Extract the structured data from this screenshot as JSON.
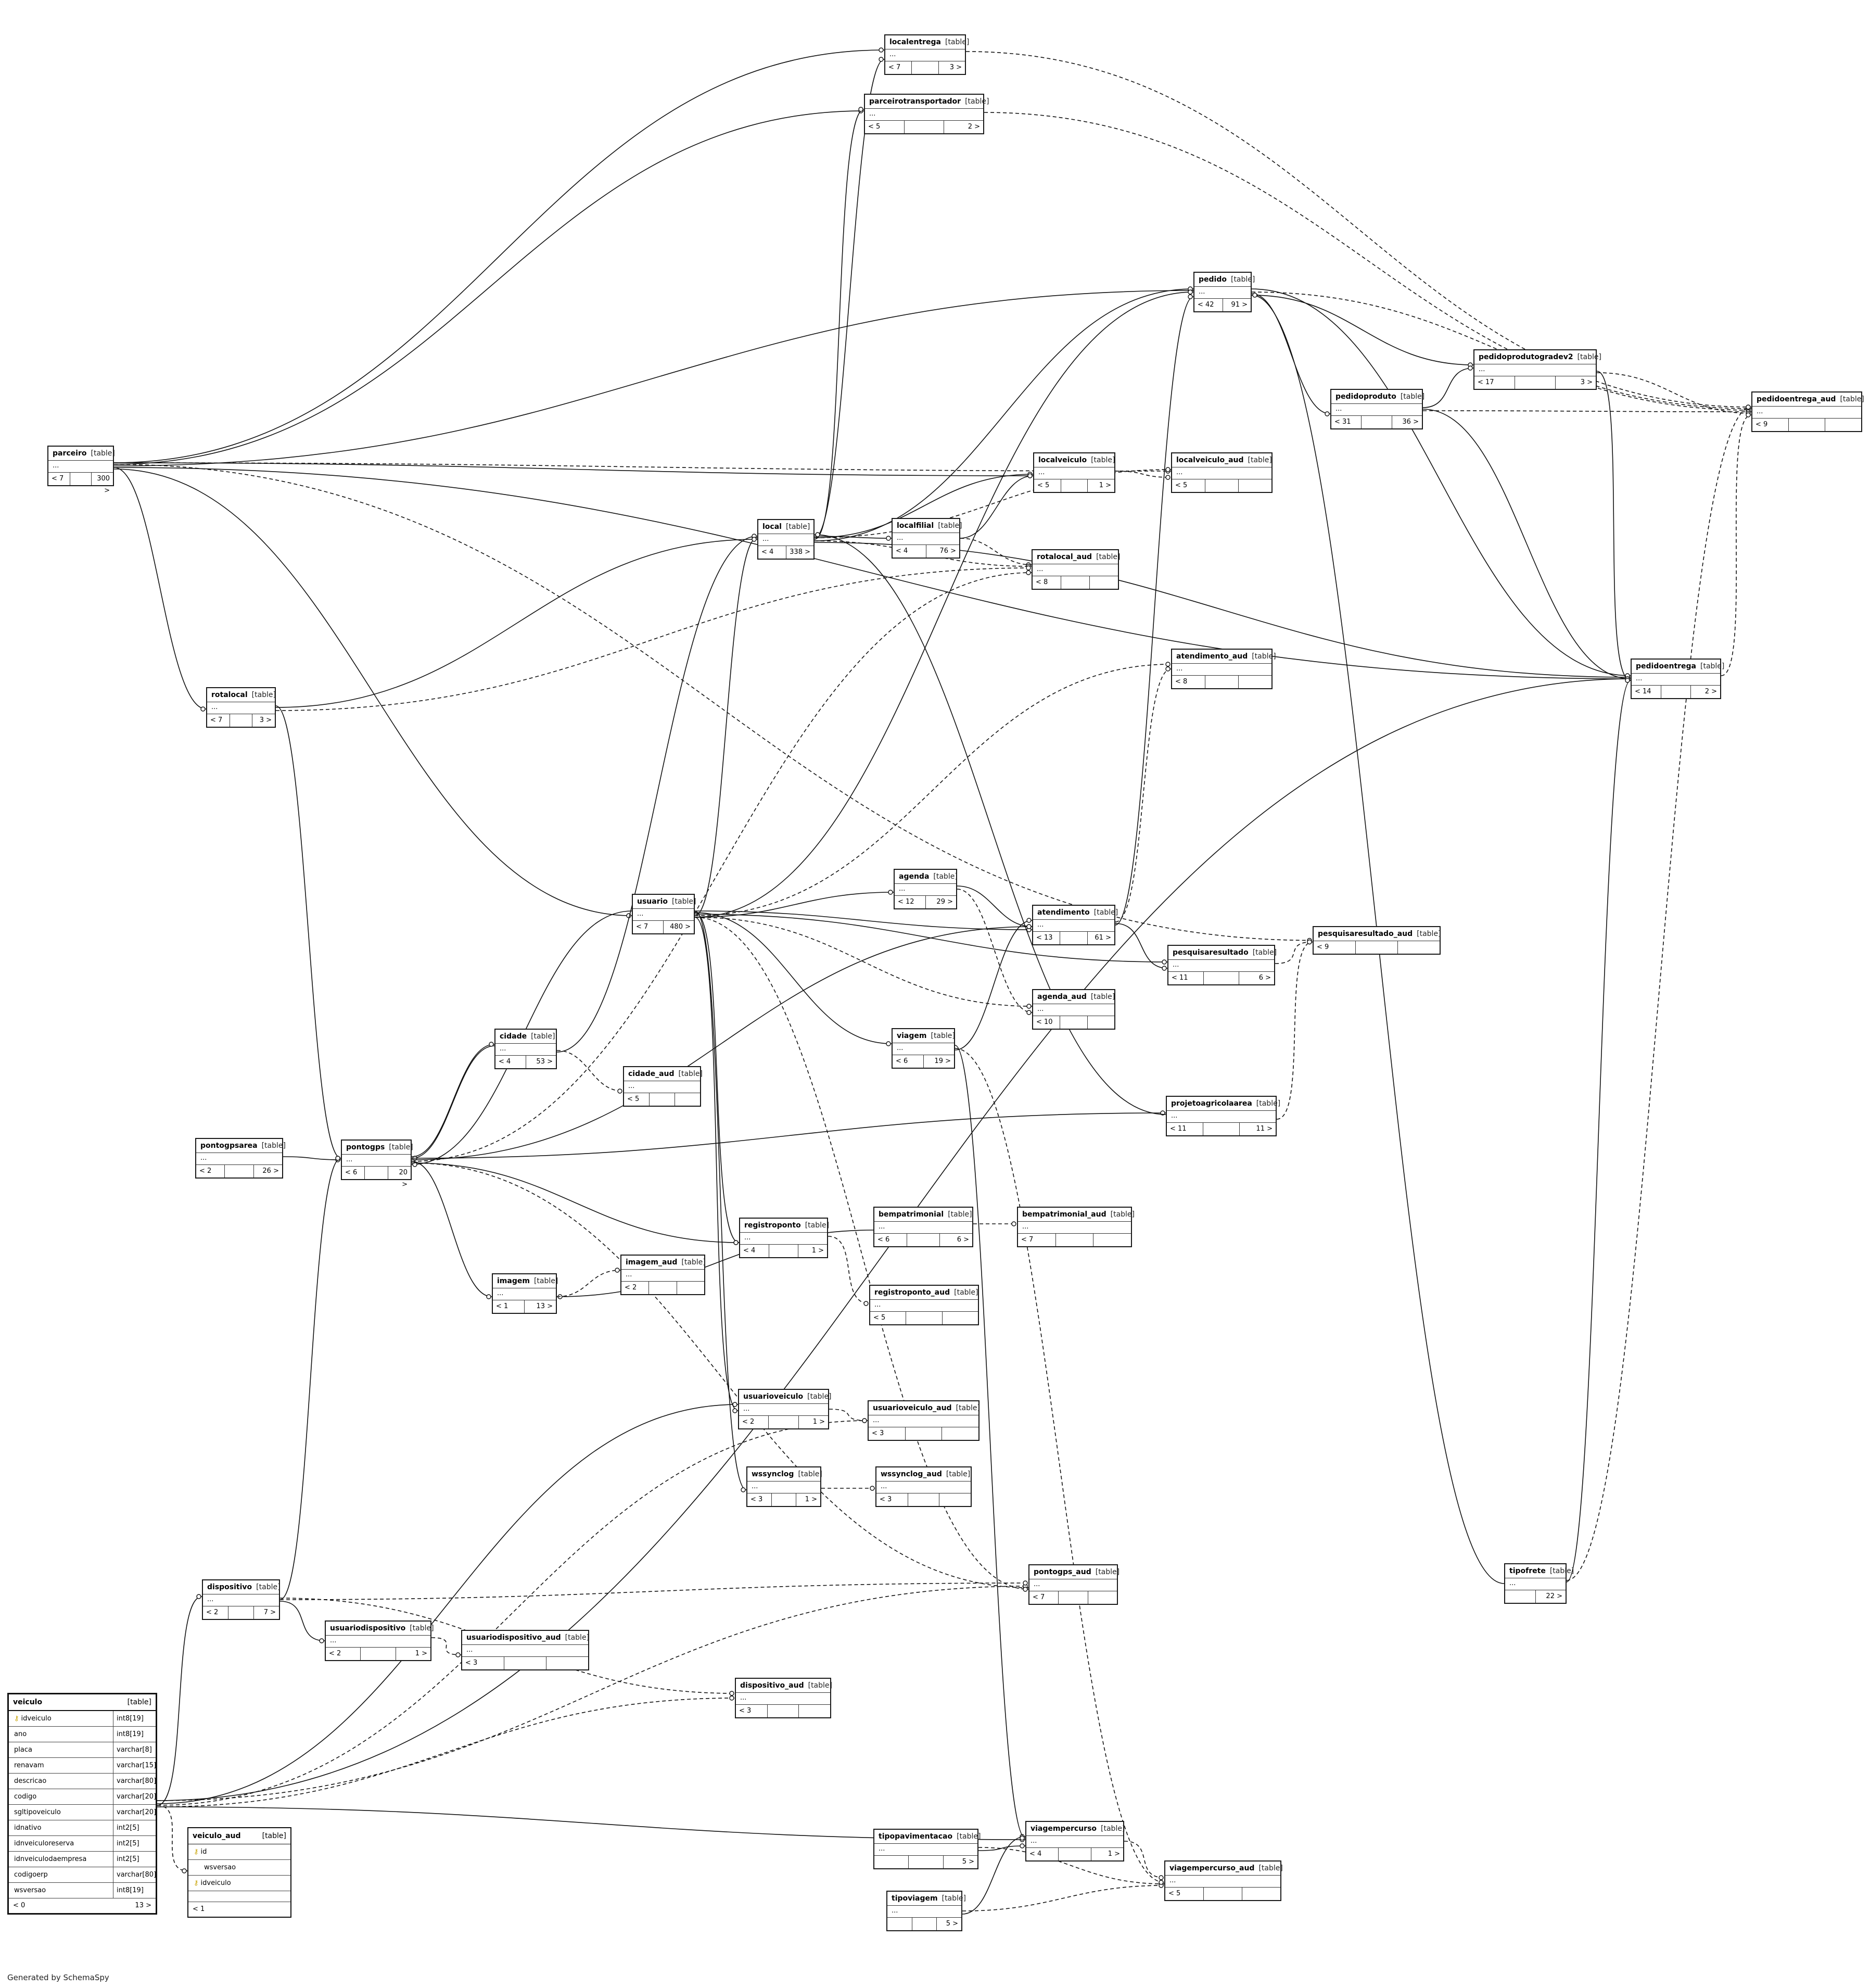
{
  "credit": "Generated by SchemaSpy",
  "tables": [
    {
      "id": "localentrega",
      "name": "localentrega",
      "kind": "[table]",
      "left": "< 7",
      "right": "3 >"
    },
    {
      "id": "parceirotransportador",
      "name": "parceirotransportador",
      "kind": "[table]",
      "left": "< 5",
      "right": "2 >"
    },
    {
      "id": "pedido",
      "name": "pedido",
      "kind": "[table]",
      "left": "< 42",
      "right": "91 >"
    },
    {
      "id": "pedidoprodutogradev2",
      "name": "pedidoprodutogradev2",
      "kind": "[table]",
      "left": "< 17",
      "right": "3 >"
    },
    {
      "id": "pedidoproduto",
      "name": "pedidoproduto",
      "kind": "[table]",
      "left": "< 31",
      "right": "36 >"
    },
    {
      "id": "pedidoentrega_aud",
      "name": "pedidoentrega_aud",
      "kind": "[table]",
      "left": "< 9",
      "right": ""
    },
    {
      "id": "parceiro",
      "name": "parceiro",
      "kind": "[table]",
      "left": "< 7",
      "right": "300 >"
    },
    {
      "id": "localveiculo",
      "name": "localveiculo",
      "kind": "[table]",
      "left": "< 5",
      "right": "1 >"
    },
    {
      "id": "localveiculo_aud",
      "name": "localveiculo_aud",
      "kind": "[table]",
      "left": "< 5",
      "right": ""
    },
    {
      "id": "local",
      "name": "local",
      "kind": "[table]",
      "left": "< 4",
      "right": "338 >"
    },
    {
      "id": "localfilial",
      "name": "localfilial",
      "kind": "[table]",
      "left": "< 4",
      "right": "76 >"
    },
    {
      "id": "rotalocal_aud",
      "name": "rotalocal_aud",
      "kind": "[table]",
      "left": "< 8",
      "right": ""
    },
    {
      "id": "atendimento_aud",
      "name": "atendimento_aud",
      "kind": "[table]",
      "left": "< 8",
      "right": ""
    },
    {
      "id": "pedidoentrega",
      "name": "pedidoentrega",
      "kind": "[table]",
      "left": "< 14",
      "right": "2 >"
    },
    {
      "id": "rotalocal",
      "name": "rotalocal",
      "kind": "[table]",
      "left": "< 7",
      "right": "3 >"
    },
    {
      "id": "usuario",
      "name": "usuario",
      "kind": "[table]",
      "left": "< 7",
      "right": "480 >"
    },
    {
      "id": "agenda",
      "name": "agenda",
      "kind": "[table]",
      "left": "< 12",
      "right": "29 >"
    },
    {
      "id": "atendimento",
      "name": "atendimento",
      "kind": "[table]",
      "left": "< 13",
      "right": "61 >"
    },
    {
      "id": "pesquisaresultado_aud",
      "name": "pesquisaresultado_aud",
      "kind": "[table]",
      "left": "< 9",
      "right": ""
    },
    {
      "id": "pesquisaresultado",
      "name": "pesquisaresultado",
      "kind": "[table]",
      "left": "< 11",
      "right": "6 >"
    },
    {
      "id": "agenda_aud",
      "name": "agenda_aud",
      "kind": "[table]",
      "left": "< 10",
      "right": ""
    },
    {
      "id": "cidade",
      "name": "cidade",
      "kind": "[table]",
      "left": "< 4",
      "right": "53 >"
    },
    {
      "id": "viagem",
      "name": "viagem",
      "kind": "[table]",
      "left": "< 6",
      "right": "19 >"
    },
    {
      "id": "cidade_aud",
      "name": "cidade_aud",
      "kind": "[table]",
      "left": "< 5",
      "right": ""
    },
    {
      "id": "projetoagricolaarea",
      "name": "projetoagricolaarea",
      "kind": "[table]",
      "left": "< 11",
      "right": "11 >"
    },
    {
      "id": "pontogpsarea",
      "name": "pontogpsarea",
      "kind": "[table]",
      "left": "< 2",
      "right": "26 >"
    },
    {
      "id": "pontogps",
      "name": "pontogps",
      "kind": "[table]",
      "left": "< 6",
      "right": "20 >"
    },
    {
      "id": "bempatrimonial",
      "name": "bempatrimonial",
      "kind": "[table]",
      "left": "< 6",
      "right": "6 >"
    },
    {
      "id": "bempatrimonial_aud",
      "name": "bempatrimonial_aud",
      "kind": "[table]",
      "left": "< 7",
      "right": ""
    },
    {
      "id": "registroponto",
      "name": "registroponto",
      "kind": "[table]",
      "left": "< 4",
      "right": "1 >"
    },
    {
      "id": "imagem_aud",
      "name": "imagem_aud",
      "kind": "[table]",
      "left": "< 2",
      "right": ""
    },
    {
      "id": "imagem",
      "name": "imagem",
      "kind": "[table]",
      "left": "< 1",
      "right": "13 >"
    },
    {
      "id": "registroponto_aud",
      "name": "registroponto_aud",
      "kind": "[table]",
      "left": "< 5",
      "right": ""
    },
    {
      "id": "usuarioveiculo",
      "name": "usuarioveiculo",
      "kind": "[table]",
      "left": "< 2",
      "right": "1 >"
    },
    {
      "id": "usuarioveiculo_aud",
      "name": "usuarioveiculo_aud",
      "kind": "[table]",
      "left": "< 3",
      "right": ""
    },
    {
      "id": "wssynclog",
      "name": "wssynclog",
      "kind": "[table]",
      "left": "< 3",
      "right": "1 >"
    },
    {
      "id": "wssynclog_aud",
      "name": "wssynclog_aud",
      "kind": "[table]",
      "left": "< 3",
      "right": ""
    },
    {
      "id": "pontogps_aud",
      "name": "pontogps_aud",
      "kind": "[table]",
      "left": "< 7",
      "right": ""
    },
    {
      "id": "tipofrete",
      "name": "tipofrete",
      "kind": "[table]",
      "left": "",
      "right": "22 >"
    },
    {
      "id": "dispositivo",
      "name": "dispositivo",
      "kind": "[table]",
      "left": "< 2",
      "right": "7 >"
    },
    {
      "id": "usuariodispositivo",
      "name": "usuariodispositivo",
      "kind": "[table]",
      "left": "< 2",
      "right": "1 >"
    },
    {
      "id": "usuariodispositivo_aud",
      "name": "usuariodispositivo_aud",
      "kind": "[table]",
      "left": "< 3",
      "right": ""
    },
    {
      "id": "dispositivo_aud",
      "name": "dispositivo_aud",
      "kind": "[table]",
      "left": "< 3",
      "right": ""
    },
    {
      "id": "tipopavimentacao",
      "name": "tipopavimentacao",
      "kind": "[table]",
      "left": "",
      "right": "5 >"
    },
    {
      "id": "viagempercurso",
      "name": "viagempercurso",
      "kind": "[table]",
      "left": "< 4",
      "right": "1 >"
    },
    {
      "id": "viagempercurso_aud",
      "name": "viagempercurso_aud",
      "kind": "[table]",
      "left": "< 5",
      "right": ""
    },
    {
      "id": "tipoviagem",
      "name": "tipoviagem",
      "kind": "[table]",
      "left": "",
      "right": "5 >"
    }
  ],
  "veiculo": {
    "name": "veiculo",
    "kind": "[table]",
    "columns": [
      {
        "name": "idveiculo",
        "type": "int8[19]",
        "pk": true
      },
      {
        "name": "ano",
        "type": "int8[19]"
      },
      {
        "name": "placa",
        "type": "varchar[8]"
      },
      {
        "name": "renavam",
        "type": "varchar[15]"
      },
      {
        "name": "descricao",
        "type": "varchar[80]"
      },
      {
        "name": "codigo",
        "type": "varchar[20]"
      },
      {
        "name": "sgltipoveiculo",
        "type": "varchar[20]"
      },
      {
        "name": "idnativo",
        "type": "int2[5]"
      },
      {
        "name": "idnveiculoreserva",
        "type": "int2[5]"
      },
      {
        "name": "idnveiculodaempresa",
        "type": "int2[5]"
      },
      {
        "name": "codigoerp",
        "type": "varchar[80]"
      },
      {
        "name": "wsversao",
        "type": "int8[19]"
      }
    ],
    "left": "< 0",
    "right": "13 >"
  },
  "veiculo_aud": {
    "name": "veiculo_aud",
    "kind": "[table]",
    "columns": [
      {
        "name": "id",
        "pk": true
      },
      {
        "name": "wsversao"
      },
      {
        "name": "idveiculo",
        "pk": true
      }
    ],
    "left": "< 1"
  },
  "links_solid": [
    [
      "parceiro",
      "localentrega"
    ],
    [
      "parceiro",
      "parceirotransportador"
    ],
    [
      "parceiro",
      "pedido"
    ],
    [
      "parceiro",
      "pedidoentrega"
    ],
    [
      "parceiro",
      "usuario"
    ],
    [
      "parceiro",
      "localveiculo"
    ],
    [
      "local",
      "localentrega"
    ],
    [
      "local",
      "parceirotransportador"
    ],
    [
      "local",
      "pedido"
    ],
    [
      "local",
      "pedidoentrega"
    ],
    [
      "local",
      "localfilial"
    ],
    [
      "local",
      "localveiculo"
    ],
    [
      "localfilial",
      "localveiculo"
    ],
    [
      "pedido",
      "pedidoproduto"
    ],
    [
      "pedido",
      "pedidoprodutogradev2"
    ],
    [
      "pedido",
      "pedidoentrega"
    ],
    [
      "pedidoproduto",
      "pedidoprodutogradev2"
    ],
    [
      "pedidoproduto",
      "pedidoentrega"
    ],
    [
      "pedidoprodutogradev2",
      "pedidoentrega"
    ],
    [
      "usuario",
      "agenda"
    ],
    [
      "usuario",
      "atendimento"
    ],
    [
      "usuario",
      "viagem"
    ],
    [
      "usuario",
      "pesquisaresultado"
    ],
    [
      "usuario",
      "local"
    ],
    [
      "usuario",
      "pedido"
    ],
    [
      "agenda",
      "atendimento"
    ],
    [
      "atendimento",
      "pesquisaresultado"
    ],
    [
      "atendimento",
      "pedido"
    ],
    [
      "viagem",
      "atendimento"
    ],
    [
      "cidade",
      "local"
    ],
    [
      "cidade",
      "pontogps"
    ],
    [
      "pontogpsarea",
      "pontogps"
    ],
    [
      "pontogps",
      "atendimento"
    ],
    [
      "pontogps",
      "imagem"
    ],
    [
      "pontogps",
      "registroponto"
    ],
    [
      "pontogps",
      "cidade"
    ],
    [
      "pontogps",
      "projetoagricolaarea"
    ],
    [
      "dispositivo",
      "pontogps"
    ],
    [
      "dispositivo",
      "usuariodispositivo"
    ],
    [
      "usuario",
      "usuarioveiculo"
    ],
    [
      "usuario",
      "wssynclog"
    ],
    [
      "usuario",
      "registroponto"
    ],
    [
      "veiculo",
      "usuarioveiculo"
    ],
    [
      "veiculo",
      "dispositivo"
    ],
    [
      "veiculo",
      "viagempercurso"
    ],
    [
      "veiculo",
      "pedidoentrega"
    ],
    [
      "tipofrete",
      "pedidoentrega"
    ],
    [
      "tipofrete",
      "pedido"
    ],
    [
      "tipopavimentacao",
      "viagempercurso"
    ],
    [
      "tipoviagem",
      "viagempercurso"
    ],
    [
      "viagem",
      "viagempercurso"
    ],
    [
      "rotalocal",
      "pontogps"
    ],
    [
      "rotalocal",
      "local"
    ],
    [
      "parceiro",
      "rotalocal"
    ],
    [
      "bempatrimonial",
      "imagem"
    ],
    [
      "usuario",
      "pontogps"
    ],
    [
      "projetoagricolaarea",
      "local"
    ]
  ],
  "links_dashed": [
    [
      "localentrega",
      "pedidoentrega_aud"
    ],
    [
      "parceirotransportador",
      "pedidoentrega_aud"
    ],
    [
      "pedido",
      "pedidoentrega_aud"
    ],
    [
      "pedidoproduto",
      "pedidoentrega_aud"
    ],
    [
      "pedidoprodutogradev2",
      "pedidoentrega_aud"
    ],
    [
      "pedidoentrega",
      "pedidoentrega_aud"
    ],
    [
      "localveiculo",
      "localveiculo_aud"
    ],
    [
      "localfilial",
      "rotalocal_aud"
    ],
    [
      "local",
      "rotalocal_aud"
    ],
    [
      "rotalocal",
      "rotalocal_aud"
    ],
    [
      "atendimento",
      "atendimento_aud"
    ],
    [
      "pesquisaresultado",
      "pesquisaresultado_aud"
    ],
    [
      "agenda",
      "agenda_aud"
    ],
    [
      "cidade",
      "cidade_aud"
    ],
    [
      "imagem",
      "imagem_aud"
    ],
    [
      "bempatrimonial",
      "bempatrimonial_aud"
    ],
    [
      "registroponto",
      "registroponto_aud"
    ],
    [
      "usuarioveiculo",
      "usuarioveiculo_aud"
    ],
    [
      "wssynclog",
      "wssynclog_aud"
    ],
    [
      "pontogps",
      "pontogps_aud"
    ],
    [
      "usuariodispositivo",
      "usuariodispositivo_aud"
    ],
    [
      "dispositivo",
      "dispositivo_aud"
    ],
    [
      "viagempercurso",
      "viagempercurso_aud"
    ],
    [
      "veiculo",
      "veiculo_aud"
    ],
    [
      "veiculo",
      "dispositivo_aud"
    ],
    [
      "veiculo",
      "pontogps_aud"
    ],
    [
      "tipopavimentacao",
      "viagempercurso_aud"
    ],
    [
      "tipoviagem",
      "viagempercurso_aud"
    ],
    [
      "usuario",
      "atendimento_aud"
    ],
    [
      "usuario",
      "agenda_aud"
    ],
    [
      "parceiro",
      "localveiculo_aud"
    ],
    [
      "parceiro",
      "pesquisaresultado_aud"
    ],
    [
      "viagem",
      "viagempercurso_aud"
    ],
    [
      "pontogps",
      "rotalocal_aud"
    ],
    [
      "usuario",
      "pontogps_aud"
    ],
    [
      "tipofrete",
      "pedidoentrega_aud"
    ],
    [
      "local",
      "localveiculo_aud"
    ],
    [
      "dispositivo",
      "pontogps_aud"
    ],
    [
      "veiculo",
      "usuarioveiculo_aud"
    ],
    [
      "projetoagricolaarea",
      "pesquisaresultado_aud"
    ]
  ]
}
